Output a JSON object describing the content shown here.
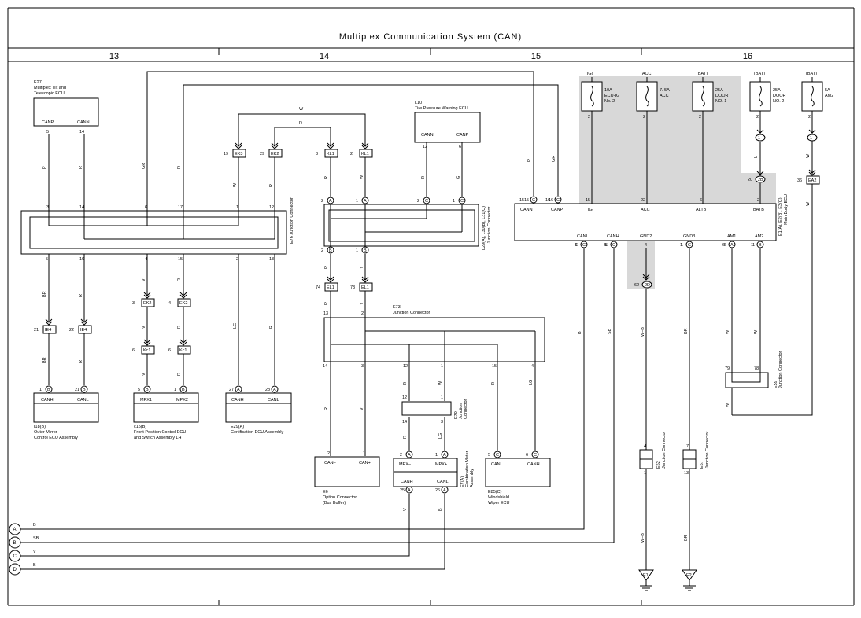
{
  "title": "Multiplex Communication System (CAN)",
  "columns": [
    "13",
    "14",
    "15",
    "16"
  ],
  "components": {
    "e27": {
      "ref": "E27",
      "name1": "Multiplex Tilt and",
      "name2": "Telescopic ECU",
      "p1": "CANP",
      "p2": "CANN",
      "n1": "5",
      "n2": "14"
    },
    "l10": {
      "ref": "L10",
      "name": "Tire Pressure Warning ECU",
      "p1": "CANN",
      "p2": "CANP",
      "n1": "12",
      "n2": "6"
    },
    "e76": {
      "name": "Junction Connector",
      "ref": "E76",
      "top": [
        "3",
        "14",
        "6",
        "17",
        "1",
        "12"
      ],
      "bot": [
        "5",
        "16",
        "4",
        "15",
        "2",
        "13"
      ]
    },
    "l29": {
      "name1": "L29(A), L30(B), L31(C)",
      "name2": "Junction Connector"
    },
    "e1": {
      "name1": "E1(A), E2(B), E3(C)",
      "name2": "Main Body ECU",
      "pins_top": [
        "CANN",
        "CANP",
        "IG",
        "ACC",
        "ALTB",
        "BATB"
      ],
      "nums_top": [
        "15",
        "16",
        "15",
        "22",
        "6",
        "2"
      ],
      "pins_bot": [
        "CANL",
        "CANH",
        "GND2",
        "GND3",
        "AM1",
        "AM2"
      ],
      "nums_bot": [
        "6",
        "5",
        "4",
        "1",
        "6",
        "1"
      ],
      "lets_bot": [
        "C",
        "C",
        "",
        "C",
        "A",
        "B"
      ]
    },
    "fuses": [
      {
        "src": "(IG)",
        "rating": "10A",
        "l1": "ECU-IG",
        "l2": "No. 2"
      },
      {
        "src": "(ACC)",
        "rating": "7. 5A",
        "l1": "ACC",
        "l2": ""
      },
      {
        "src": "(BAT)",
        "rating": "25A",
        "l1": "DOOR",
        "l2": "NO. 1"
      },
      {
        "src": "(BAT)",
        "rating": "25A",
        "l1": "DOOR",
        "l2": "NO. 2"
      },
      {
        "src": "(BAT)",
        "rating": "5A",
        "l1": "AM2",
        "l2": ""
      }
    ],
    "i18": {
      "ref": "I18(B)",
      "name1": "Outer Mirror",
      "name2": "Control ECU Assembly",
      "p1": "CANH",
      "p2": "CANL",
      "n1": "1",
      "n2": "21"
    },
    "c15": {
      "ref": "c15(B)",
      "name1": "Front Position Control ECU",
      "name2": "and Switch Assembly LH",
      "p1": "MPX1",
      "p2": "MPX2",
      "n1": "5",
      "n2": "1"
    },
    "e29": {
      "ref": "E29(A)",
      "name": "Certification ECU Assembly",
      "p1": "CANH",
      "p2": "CANL",
      "n1": "27",
      "n2": "28"
    },
    "e73": {
      "ref": "E73",
      "name": "Junction Connector"
    },
    "e70": {
      "name1": "E70",
      "name2": "Junction",
      "name3": "Connector"
    },
    "e6": {
      "ref": "E6",
      "name1": "Option Connector",
      "name2": "(Bus Buffer)",
      "p1": "CAN–",
      "p2": "CAN+",
      "n1": "2",
      "n2": "1"
    },
    "e7": {
      "ref": "E7(A)",
      "name1": "Combination Meter",
      "name2": "Assembly",
      "p1": "MPX–",
      "p2": "MPX+",
      "p3": "CANH",
      "p4": "CANL",
      "n1": "2",
      "n2": "1",
      "n3": "25",
      "n4": "26"
    },
    "e85": {
      "ref": "E85(C)",
      "name1": "Windshield",
      "name2": "Wiper ECU",
      "p1": "CANL",
      "p2": "CANH",
      "n1": "5",
      "n2": "6"
    },
    "e59": {
      "ref": "E59",
      "name": "Junction Connector",
      "n1": "79",
      "n2": "78"
    },
    "e62": {
      "ref": "E62",
      "name": "Junction Connector",
      "n1": "4",
      "n2": "1"
    },
    "e67": {
      "ref": "E67",
      "name": "Junction Connector",
      "n1": "7",
      "n2": "13"
    },
    "grounds": [
      "E1",
      "E2"
    ]
  },
  "connectors": {
    "ek3": {
      "id": "EK3",
      "pin": "19"
    },
    "ek2a": {
      "id": "EK2",
      "pin": "29"
    },
    "kl1a": {
      "id": "KL1",
      "pin": "3"
    },
    "kl1b": {
      "id": "KL1",
      "pin": "2"
    },
    "ie4a": {
      "id": "IE4",
      "pin": "21"
    },
    "ie4b": {
      "id": "IE4",
      "pin": "22"
    },
    "ek2b": {
      "id": "EK2",
      "pin": "3"
    },
    "ek2c": {
      "id": "EK2",
      "pin": "4"
    },
    "kc1a": {
      "id": "Kc1",
      "pin": "6"
    },
    "kc1b": {
      "id": "Kc1",
      "pin": "6"
    },
    "el1a": {
      "id": "EL1",
      "pin": "74"
    },
    "el1b": {
      "id": "EL1",
      "pin": "73"
    },
    "ea2": {
      "id": "EA2",
      "pin": "36"
    },
    "jb20": {
      "id": "2B",
      "pin": "20"
    },
    "gnd62": {
      "id": "2D",
      "pin": "62"
    }
  },
  "wire_colors": {
    "p": "P",
    "r": "R",
    "w": "W",
    "gr": "GR",
    "br": "BR",
    "v": "V",
    "lg": "LG",
    "y": "Y",
    "g": "G",
    "b": "B",
    "sb": "SB",
    "wb": "W–B",
    "l": "L"
  },
  "bus_lines": [
    {
      "id": "A",
      "color": "B"
    },
    {
      "id": "B",
      "color": "SB"
    },
    {
      "id": "C",
      "color": "V"
    },
    {
      "id": "D",
      "color": "B"
    }
  ]
}
